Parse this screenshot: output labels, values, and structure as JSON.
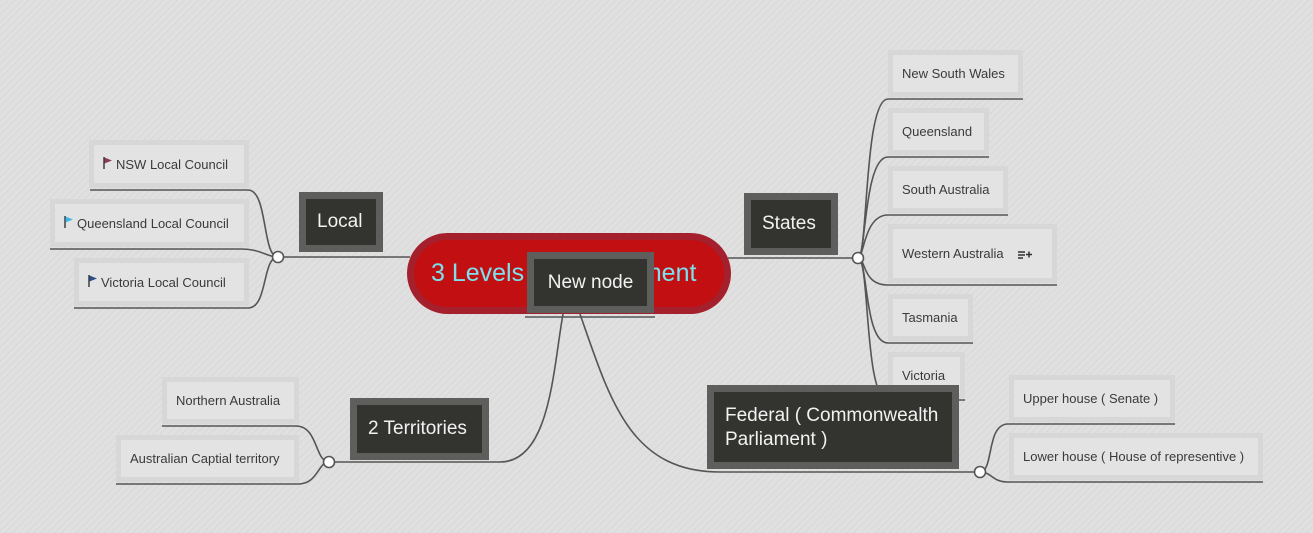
{
  "root": {
    "label": "3 Levels of Government"
  },
  "floating": {
    "label": "New node"
  },
  "branches": {
    "local": {
      "label": "Local",
      "children": [
        {
          "label": "NSW Local Council",
          "flag": "flag-icon",
          "color": "#8a3b58"
        },
        {
          "label": "Queensland Local Council",
          "flag": "flag-icon",
          "color": "#3fb5e6"
        },
        {
          "label": "Victoria Local Council",
          "flag": "flag-icon",
          "color": "#2a4f88"
        }
      ]
    },
    "states": {
      "label": "States",
      "children": [
        {
          "label": "New South Wales"
        },
        {
          "label": "Queensland"
        },
        {
          "label": "South Australia"
        },
        {
          "label": "Western Australia",
          "icon": "notes-icon"
        },
        {
          "label": "Tasmania"
        },
        {
          "label": "Victoria"
        }
      ]
    },
    "territories": {
      "label": "2 Territories",
      "children": [
        {
          "label": "Northern Australia"
        },
        {
          "label": "Australian Captial territory"
        }
      ]
    },
    "federal": {
      "label": "Federal ( Commonwealth Parliament )",
      "children": [
        {
          "label": "Upper house ( Senate )"
        },
        {
          "label": "Lower house ( House of representive )"
        }
      ]
    }
  }
}
